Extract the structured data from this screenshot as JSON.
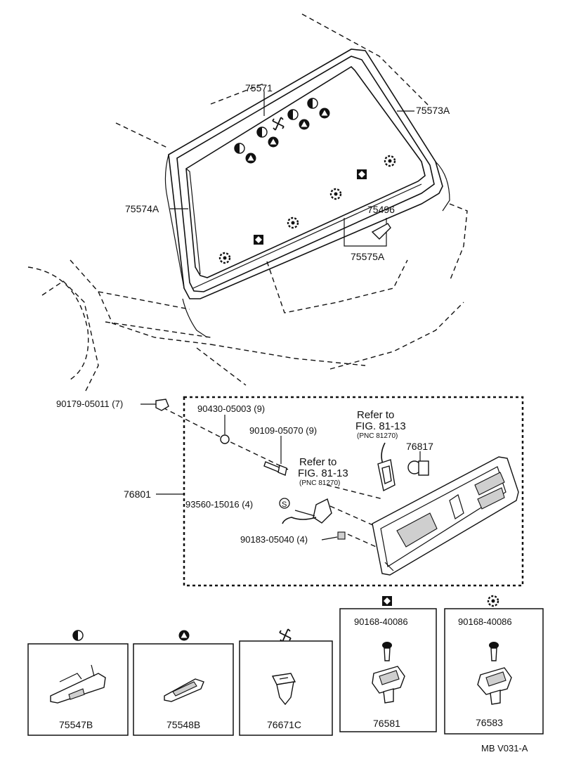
{
  "diagram": {
    "code": "MB V031-A",
    "glass_labels": {
      "molding_upper": "75571",
      "molding_side_right": "75573A",
      "molding_side_left": "75574A",
      "emblem": "75496",
      "molding_lower": "75575A"
    },
    "garnish_parts": {
      "nut": "90179-05011 (7)",
      "washer": "90430-05003 (9)",
      "bolt": "90109-05070 (9)",
      "garnish": "76801",
      "clip_s": "93560-15016 (4)",
      "clip_square": "90183-05040 (4)",
      "clip_76817": "76817"
    },
    "refs": {
      "ref1": {
        "line1": "Refer to",
        "line2": "FIG. 81-13",
        "line3": "(PNC 81270)"
      },
      "ref2": {
        "line1": "Refer to",
        "line2": "FIG. 81-13",
        "line3": "(PNC 81270)"
      }
    },
    "clip_s_symbol": "S",
    "detail_boxes": [
      {
        "symbol": "half-circle",
        "caption": "75547B",
        "screw": ""
      },
      {
        "symbol": "triangle",
        "caption": "75548B",
        "screw": ""
      },
      {
        "symbol": "pinwheel",
        "caption": "76671C",
        "screw": ""
      },
      {
        "symbol": "diamond-square",
        "caption": "76581",
        "screw": "90168-40086"
      },
      {
        "symbol": "gear-circle",
        "caption": "76583",
        "screw": "90168-40086"
      }
    ]
  }
}
